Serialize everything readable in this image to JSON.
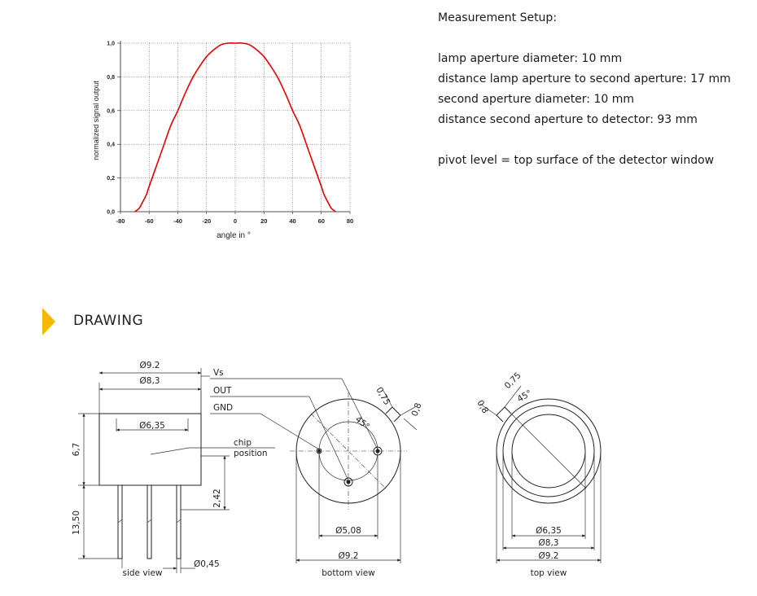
{
  "chart_data": {
    "type": "line",
    "xlabel": "angle in °",
    "ylabel": "normalized signal output",
    "xlim": [
      -80,
      80
    ],
    "ylim": [
      0,
      1.0
    ],
    "x_ticks": [
      "-80",
      "-60",
      "-40",
      "-20",
      "0",
      "20",
      "40",
      "60",
      "80"
    ],
    "y_ticks": [
      "0,0",
      "0,2",
      "0,4",
      "0,6",
      "0,8",
      "1,0"
    ],
    "grid": true,
    "color": "#e00000",
    "series": [
      {
        "x": [
          -70,
          -67,
          -65,
          -62,
          -60,
          -55,
          -50,
          -45,
          -40,
          -35,
          -30,
          -25,
          -20,
          -15,
          -10,
          -5,
          0,
          5,
          10,
          15,
          20,
          25,
          30,
          35,
          40,
          45,
          50,
          55,
          60,
          62,
          65,
          67,
          70
        ],
        "values": [
          0.0,
          0.02,
          0.05,
          0.1,
          0.15,
          0.27,
          0.39,
          0.51,
          0.6,
          0.7,
          0.79,
          0.86,
          0.92,
          0.96,
          0.99,
          1.0,
          1.0,
          1.0,
          0.99,
          0.96,
          0.92,
          0.86,
          0.79,
          0.7,
          0.6,
          0.51,
          0.39,
          0.27,
          0.15,
          0.1,
          0.05,
          0.02,
          0.0
        ]
      }
    ]
  },
  "setup": {
    "heading": "Measurement Setup:",
    "lines": [
      "lamp aperture diameter: 10 mm",
      "distance lamp aperture to second aperture: 17 mm",
      "second aperture diameter: 10 mm",
      "distance second aperture to detector: 93 mm"
    ],
    "pivot": "pivot level = top surface of the detector window"
  },
  "drawing": {
    "title": "DRAWING",
    "accent": "#f5b800",
    "side": {
      "d92": "Ø9.2",
      "d83": "Ø8,3",
      "d635": "Ø6,35",
      "h67": "6,7",
      "h1350": "13,50",
      "h242": "2,42",
      "d045": "Ø0,45",
      "caption": "side view",
      "vs": "Vs",
      "out": "OUT",
      "gnd": "GND",
      "chip1": "chip",
      "chip2": "position"
    },
    "bottom": {
      "d508": "Ø5,08",
      "d92": "Ø9.2",
      "angle": "45°",
      "tab1": "0,75",
      "tab2": "0,8",
      "caption": "bottom view"
    },
    "top": {
      "d635": "Ø6,35",
      "d83": "Ø8,3",
      "d92": "Ø9.2",
      "angle": "45°",
      "tab1": "0,75",
      "tab2": "0,8",
      "caption": "top view"
    }
  }
}
